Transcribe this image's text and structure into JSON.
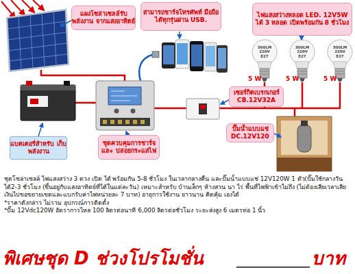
{
  "diagram": {
    "nodes": [
      {
        "text": [
          "แผงโซล่าเซลล์รับพลังงาน จากแสงอาทิตย์"
        ]
      },
      {
        "text": [
          "สามารถชาร์จโทรศัพท์ มือถือได้ทุกรุ่นผ่าน USB."
        ]
      },
      {
        "text": [
          "ไฟแสงสว่างหลอด LED. 12V5W ได้ 3 หลอด เปิดพร้อมกัน 8 ชั่วโมง"
        ]
      },
      {
        "text": [
          "เซอร์กิตเบรกเกอร์ CB.12V32A"
        ]
      },
      {
        "text": [
          "ปั๊มน้ำแบบแช่ DC.12V120"
        ]
      },
      {
        "text": [
          "แบตเตอรี่สำหรับ เก็บพลังงาน"
        ]
      },
      {
        "text": [
          "ชุดควบคุมการชาร์จ และ ปล่อยกระแสไฟ"
        ]
      }
    ],
    "labels": [
      "300LM 220V E27",
      "5 W",
      "300LM 220V E27",
      "5 W",
      "300LM 220V E27",
      "5 W",
      "ชุดโซล่าเซลล์ ไฟแสงสว่าง 3 ดวง เปิด ได้ พร้อมกัน 5-8 ชั่วโมง ในเวลากลางคืน และปั๊มน้ำแบบแช่ 12V120W 1 ตัว(ปั๊มใช้กลางวันได้2-3 ชั่วโมง (ขึ้นอยู่กับแสงอาทิตย์ที่ได้ในแต่ละวัน) เหมาะสำหรับ บ้านเล็กๆ ห้างสวน นา ไร่ พื้นที่ไฟฟ้าเข้าไม่ถึง (ไม่ต้องเสียเวลาเสียเงินไปขอขยายเขตและแบกรับค่าไฟหน่วยละ 7 บาท) อายุการใช้งาน ยาวนาน คิดคุ้ม เองได้",
      "*ราคาดังกล่าว ไม่รวม อุปกรณ์การติดตั้ง",
      "*ปั๊ม 12Vdc120W อัตราการไหล 100 ลิตรต่อนาที 6,000 ลิตรต่อชั่วโมง ระยะส่งสูง 6 เมตรท่อ 1 นิ้ว",
      "พิเศษชุด D ช่วงโปรโมชั่น",
      "บาท"
    ]
  }
}
